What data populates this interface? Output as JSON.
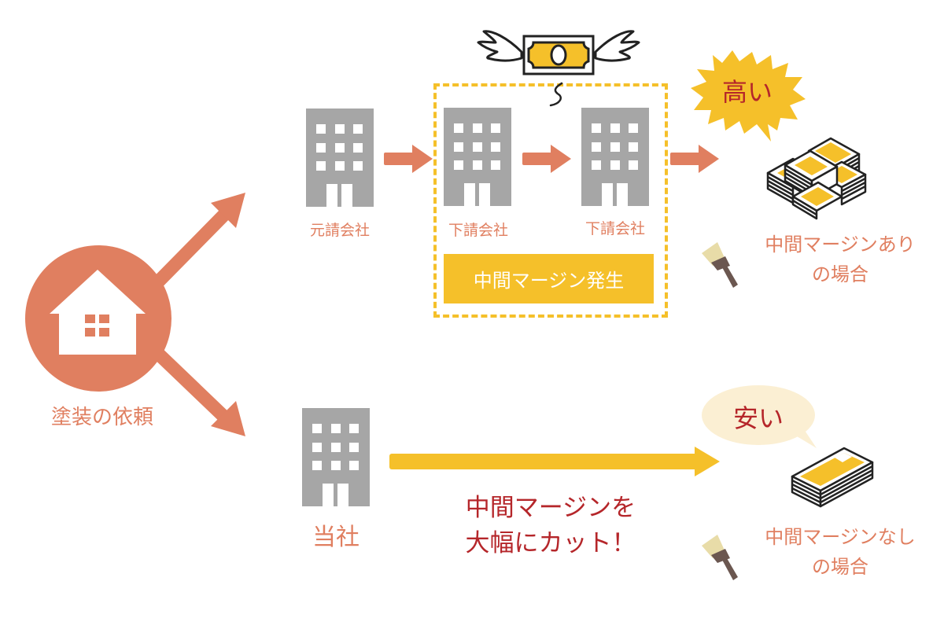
{
  "colors": {
    "accent_orange": "#e07f60",
    "accent_yellow": "#f5c02a",
    "building_gray": "#a6a6a6",
    "dark_red": "#b5262a",
    "cream": "#fbefd3",
    "brush_tan": "#e8dca8",
    "brush_brown": "#6b5750"
  },
  "client": {
    "icon": "house-icon",
    "label": "塗装の依頼"
  },
  "top_flow": {
    "companies": [
      {
        "icon": "building-icon",
        "label": "元請会社"
      },
      {
        "icon": "building-icon",
        "label": "下請会社"
      },
      {
        "icon": "building-icon",
        "label": "下請会社"
      }
    ],
    "margin_box_label": "中間マージン発生",
    "flying_money_icon": "flying-money-icon",
    "price_bubble": "高い",
    "money_icon": "money-stacks-icon",
    "caption_line1": "中間マージンあり",
    "caption_line2": "の場合"
  },
  "bottom_flow": {
    "company": {
      "icon": "building-icon",
      "label": "当社"
    },
    "message_line1": "中間マージンを",
    "message_line2": "大幅にカット！",
    "price_bubble": "安い",
    "money_icon": "money-stack-icon",
    "caption_line1": "中間マージンなし",
    "caption_line2": "の場合"
  }
}
